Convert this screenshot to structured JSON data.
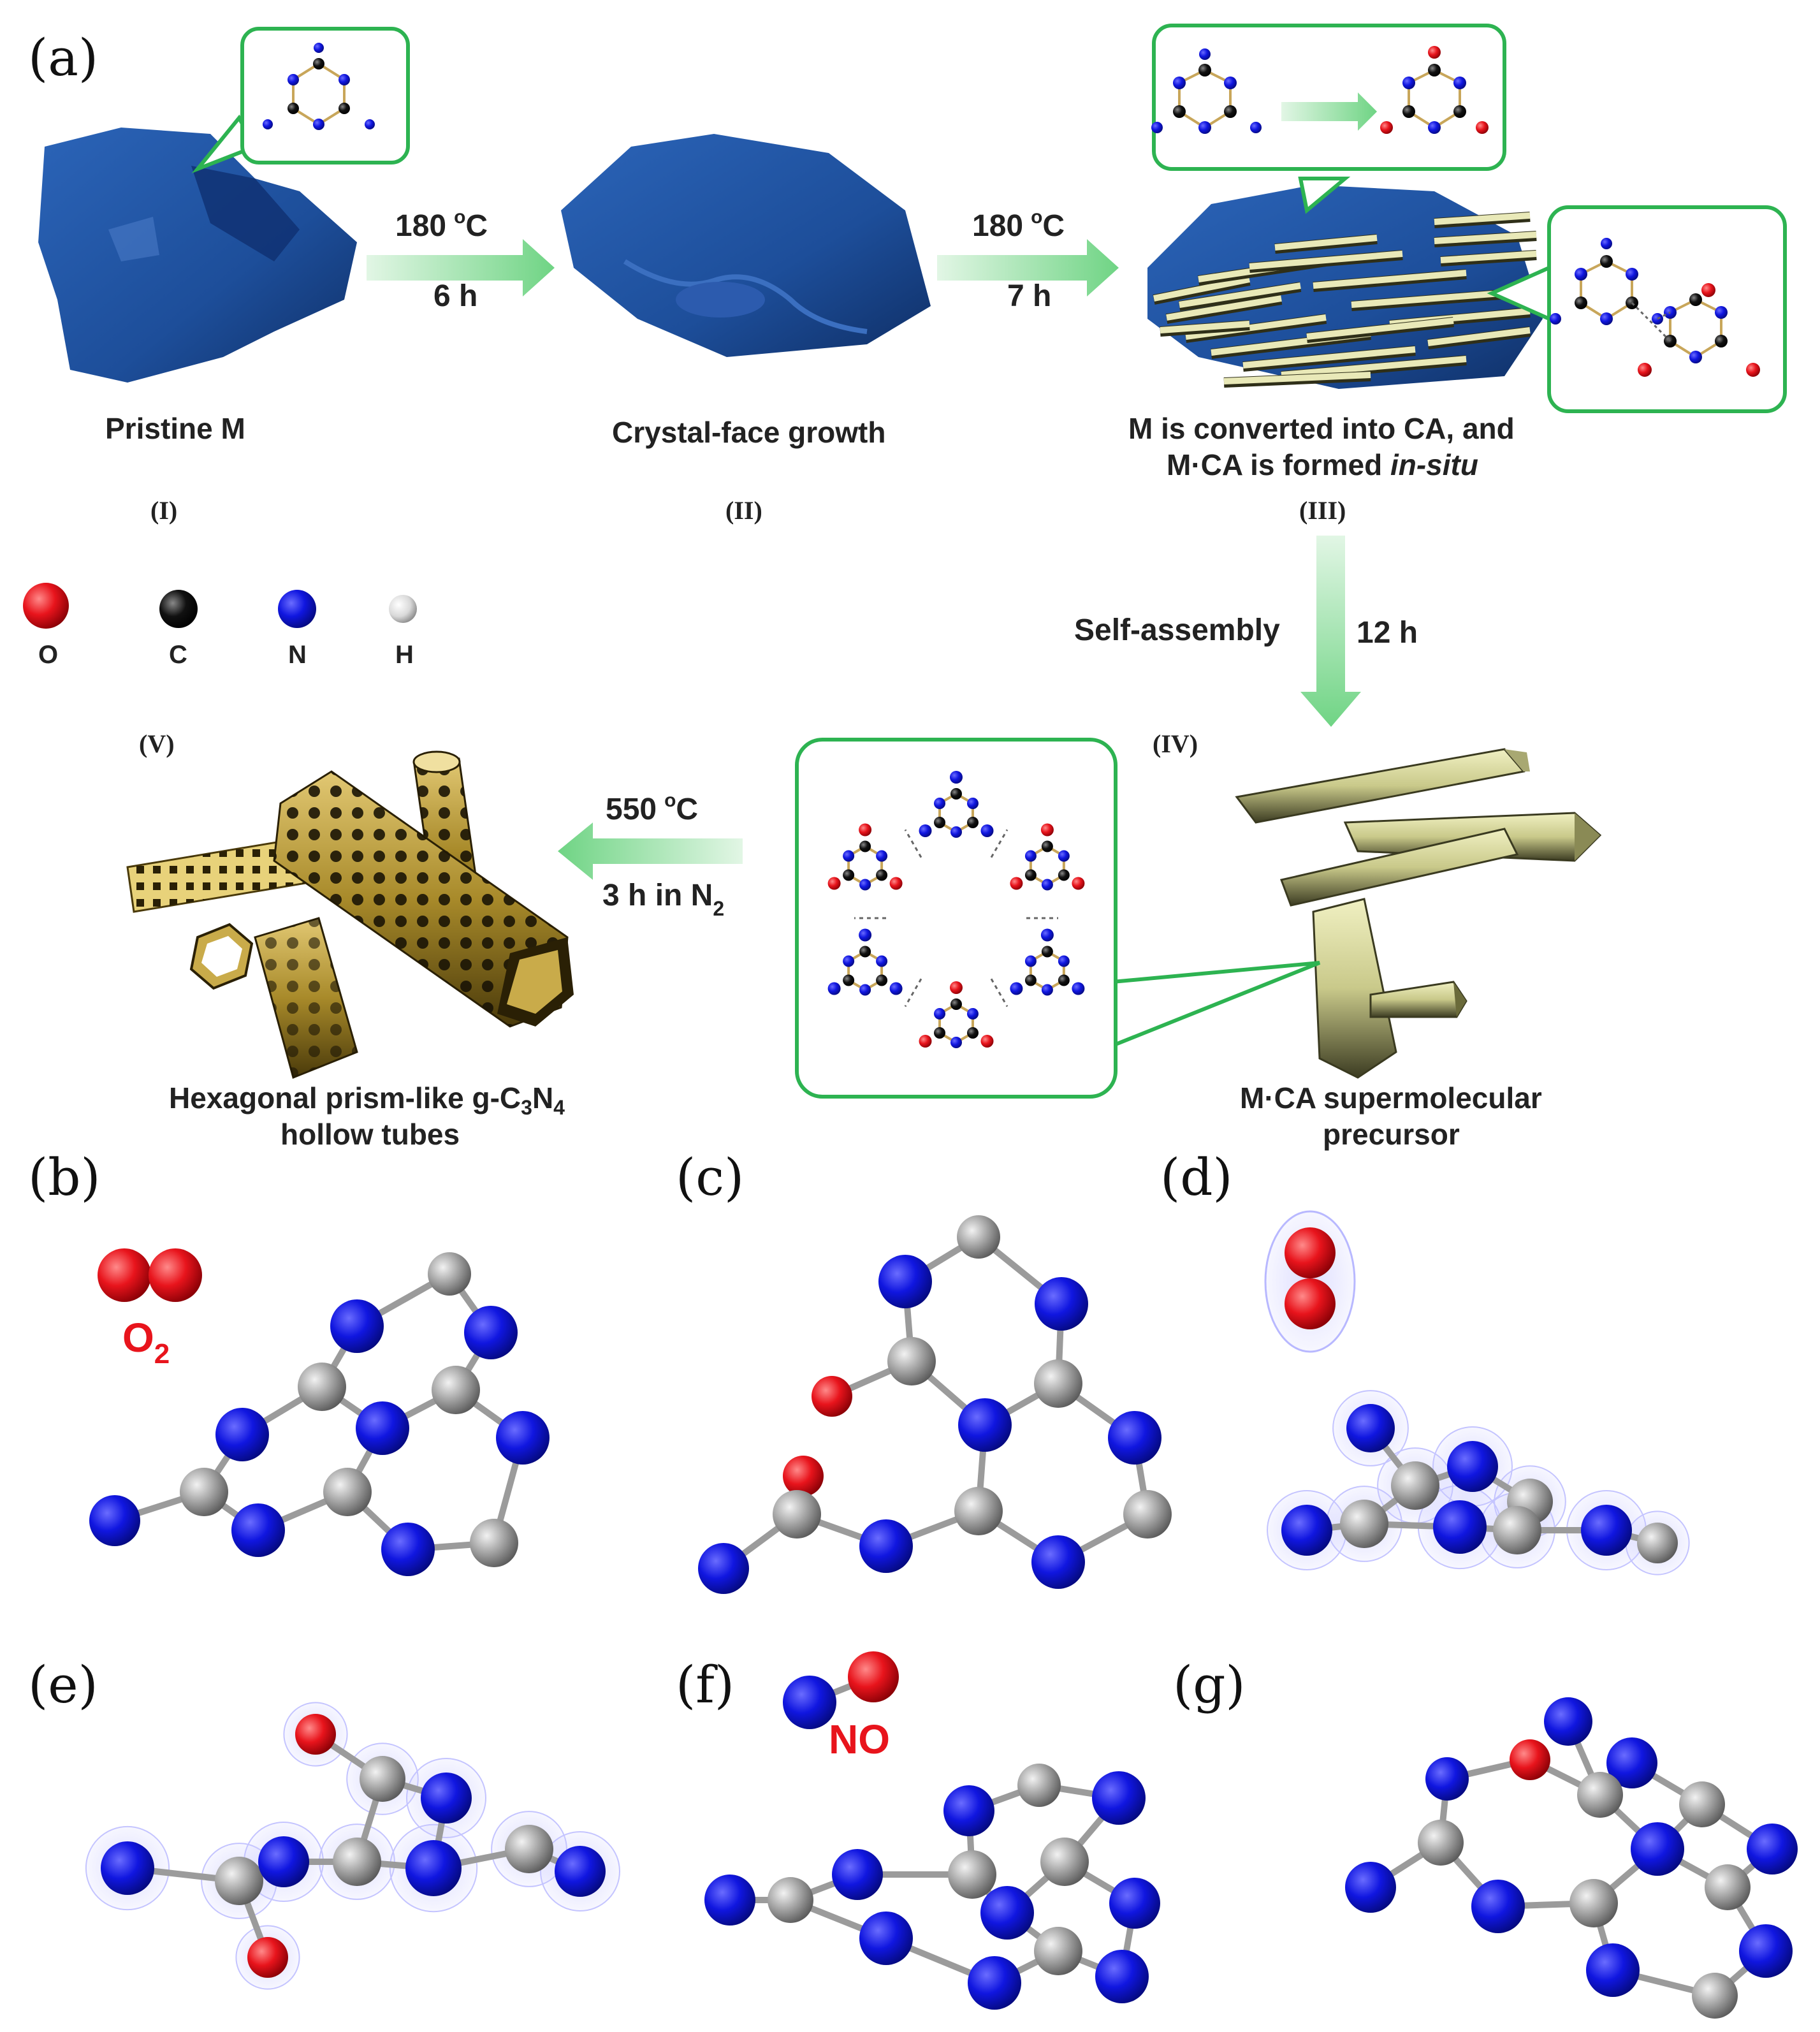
{
  "panels": {
    "a": "(a)",
    "b": "(b)",
    "c": "(c)",
    "d": "(d)",
    "e": "(e)",
    "f": "(f)",
    "g": "(g)"
  },
  "stages": {
    "i": "(I)",
    "ii": "(II)",
    "iii": "(III)",
    "iv": "(IV)",
    "v": "(V)"
  },
  "captions": {
    "pristine": "Pristine M",
    "growth": "Crystal-face growth",
    "converted_1": "M is converted into CA, and",
    "converted_2a": "M·CA is formed ",
    "converted_2b": "in-situ",
    "tubes_1a": "Hexagonal prism-like g-C",
    "tubes_sub3": "3",
    "tubes_n": "N",
    "tubes_sub4": "4",
    "tubes_2": "hollow tubes",
    "precursor_1": "M·CA  supermolecular",
    "precursor_2": "precursor"
  },
  "conditions": {
    "step1_temp": "180",
    "step1_time": "6 h",
    "step2_temp": "180",
    "step2_time": "7 h",
    "deg_o": "o",
    "deg_c": "C",
    "selfassembly": "Self-assembly",
    "selfassembly_time": "12 h",
    "calc_temp": "550",
    "calc_time_a": "3 h in N",
    "calc_time_sub": "2"
  },
  "legend": {
    "o": "O",
    "c": "C",
    "n": "N",
    "h": "H",
    "colors": {
      "o": "#e3141c",
      "c": "#111111",
      "n": "#1a22c8",
      "h": "#dddddd"
    }
  },
  "molecule_labels": {
    "o2": "O",
    "o2_sub": "2",
    "no": "NO"
  },
  "colors": {
    "callout_border": "#2db351",
    "arrow": "#8fdc9d",
    "crystal": "#1d4e9a",
    "rod": "#e6e6b0",
    "tube": "#b79a3c",
    "atom_n": "#1016e0",
    "atom_c": "#a6a6a6",
    "atom_o": "#e8141c"
  }
}
